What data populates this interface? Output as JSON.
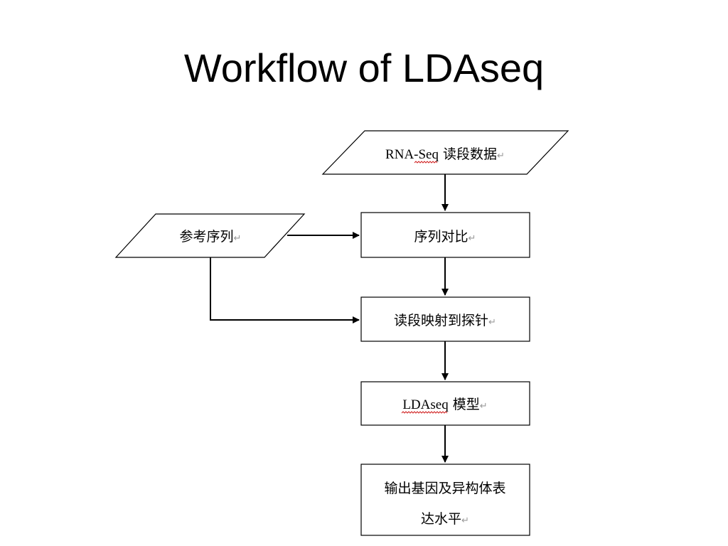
{
  "slide": {
    "title": "Workflow of LDAseq"
  },
  "diagram": {
    "nodes": {
      "input": {
        "latin": "RNA-Seq",
        "cjk": " 读段数据"
      },
      "reference": {
        "label": "参考序列"
      },
      "align": {
        "label": "序列对比"
      },
      "map": {
        "label": "读段映射到探针"
      },
      "model": {
        "latin": "LDAseq",
        "cjk": " 模型"
      },
      "output": {
        "line1": "输出基因及异构体表",
        "line2": "达水平"
      }
    },
    "paragraph_mark": "↵",
    "edges": [
      {
        "from": "RNA-Seq 读段数据",
        "to": "序列对比"
      },
      {
        "from": "参考序列",
        "to": "序列对比"
      },
      {
        "from": "参考序列",
        "to": "读段映射到探针"
      },
      {
        "from": "序列对比",
        "to": "读段映射到探针"
      },
      {
        "from": "读段映射到探针",
        "to": "LDAseq 模型"
      },
      {
        "from": "LDAseq 模型",
        "to": "输出基因及异构体表达水平"
      }
    ]
  }
}
